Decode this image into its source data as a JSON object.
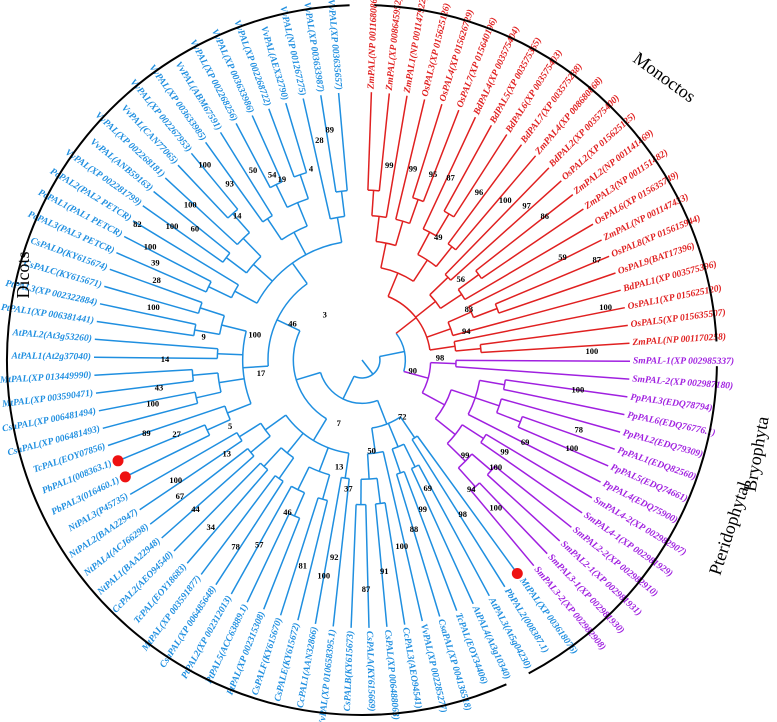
{
  "colors": {
    "Dicots": "#1f8fe0",
    "Monoctos": "#e02020",
    "Pteridophyta": "#a020e0",
    "Bryophyta": "#a020e0",
    "boot": "#000000",
    "arc": "#000000",
    "marker": "#ee1111"
  },
  "groups": {
    "dicots": "Dicots",
    "monoctos": "Monoctos",
    "pteridophytal": "Pteridophytal",
    "bryophyta": "Bryophyta"
  },
  "leaves": [
    {
      "t": "ZmPAL(NP 001168086)",
      "g": "Monoctos"
    },
    {
      "t": "ZmPAL(XP 008645952)",
      "g": "Monoctos"
    },
    {
      "t": "ZmPAL1(NP 001147922)",
      "g": "Monoctos"
    },
    {
      "t": "OsPAL3(XP 015625126)",
      "g": "Monoctos"
    },
    {
      "t": "OsPAL4(XP 015626729)",
      "g": "Monoctos"
    },
    {
      "t": "OsPAL7(XP 015640196)",
      "g": "Monoctos"
    },
    {
      "t": "BdPAL4(XP 003575404)",
      "g": "Monoctos"
    },
    {
      "t": "BdPAL5(XP 003575365)",
      "g": "Monoctos"
    },
    {
      "t": "BdPAL6(XP 003575403)",
      "g": "Monoctos"
    },
    {
      "t": "BdPAL7(XP 003575238)",
      "g": "Monoctos"
    },
    {
      "t": "ZmPAL4(XP 008680868)",
      "g": "Monoctos"
    },
    {
      "t": "BdPAL2(XP 003575400)",
      "g": "Monoctos"
    },
    {
      "t": "OsPAL2(XP 015625125)",
      "g": "Monoctos"
    },
    {
      "t": "ZmPAL2(NP 001141469)",
      "g": "Monoctos"
    },
    {
      "t": "ZmPAL3(NP 001151482)",
      "g": "Monoctos"
    },
    {
      "t": "OsPAL6(XP 015635749)",
      "g": "Monoctos"
    },
    {
      "t": "ZmPAL(NP 001147433)",
      "g": "Monoctos"
    },
    {
      "t": "OsPAL8(XP 015615944)",
      "g": "Monoctos"
    },
    {
      "t": "OsPAL9(BAT17396)",
      "g": "Monoctos"
    },
    {
      "t": "BdPAL1(XP 003575396)",
      "g": "Monoctos"
    },
    {
      "t": "OsPAL1(XP 015625120)",
      "g": "Monoctos"
    },
    {
      "t": "OsPAL5(XP 015635507)",
      "g": "Monoctos"
    },
    {
      "t": "ZmPAL(NP 001170258)",
      "g": "Monoctos"
    },
    {
      "t": "SmPAL-1(XP 002985337)",
      "g": "Pteridophyta"
    },
    {
      "t": "SmPAL-2(XP 002987180)",
      "g": "Pteridophyta"
    },
    {
      "t": "PpPAL3(EDQ78794)",
      "g": "Bryophyta"
    },
    {
      "t": "PpPAL6(EDQ76776.1)",
      "g": "Bryophyta"
    },
    {
      "t": "PpPAL2(EDQ79309)",
      "g": "Bryophyta"
    },
    {
      "t": "PpPAL1(EDQ82560)",
      "g": "Bryophyta"
    },
    {
      "t": "PpPAL5(EDQ74661)",
      "g": "Bryophyta"
    },
    {
      "t": "PpPAL4(EDQ75900)",
      "g": "Bryophyta"
    },
    {
      "t": "SmPAL4-2(XP 002982907)",
      "g": "Pteridophyta"
    },
    {
      "t": "SmPAL4-1(XP 002981929)",
      "g": "Pteridophyta"
    },
    {
      "t": "SmPAL2-2(XP 002982910)",
      "g": "Pteridophyta"
    },
    {
      "t": "SmPAL2-1(XP 002981931)",
      "g": "Pteridophyta"
    },
    {
      "t": "SmPAL3-1(XP 002981930)",
      "g": "Pteridophyta"
    },
    {
      "t": "SmPAL3-2(XP 002982908)",
      "g": "Pteridophyta"
    },
    {
      "t": "MtPAL(XP 003618076)",
      "g": "Dicots",
      "mark": true
    },
    {
      "t": "PbPAL2(008387.1)",
      "g": "Dicots"
    },
    {
      "t": "AtPAL3(At5g04230)",
      "g": "Dicots"
    },
    {
      "t": "AtPAL4(At3g10340)",
      "g": "Dicots"
    },
    {
      "t": "TcPAL(EOY34406)",
      "g": "Dicots"
    },
    {
      "t": "CsaPAL(XP 004136518)",
      "g": "Dicots"
    },
    {
      "t": "VvPAL(XP 002285277)",
      "g": "Dicots"
    },
    {
      "t": "CcPAL3(AEO94541)",
      "g": "Dicots"
    },
    {
      "t": "CsPAL(XP 006488063)",
      "g": "Dicots"
    },
    {
      "t": "CsPALA(KY615669)",
      "g": "Dicots"
    },
    {
      "t": "CsPALB(KY615673)",
      "g": "Dicots"
    },
    {
      "t": "VvPAL(XP 010658395.1)",
      "g": "Dicots"
    },
    {
      "t": "CcPAL1(AAN32866)",
      "g": "Dicots"
    },
    {
      "t": "CsPALE(KY615672)",
      "g": "Dicots"
    },
    {
      "t": "CsPALF(KY615670)",
      "g": "Dicots"
    },
    {
      "t": "PtPAL(XP 002315308)",
      "g": "Dicots"
    },
    {
      "t": "PtPAL5(ACC63889.1)",
      "g": "Dicots"
    },
    {
      "t": "PtPAL2(XP 002312013)",
      "g": "Dicots"
    },
    {
      "t": "CsaPAL(XP 006485648)",
      "g": "Dicots"
    },
    {
      "t": "MtPAL(XP 003591877)",
      "g": "Dicots"
    },
    {
      "t": "TcPAL(EOY18683)",
      "g": "Dicots"
    },
    {
      "t": "CcPAL2(AEO94540)",
      "g": "Dicots"
    },
    {
      "t": "NtPAL1(BAA22948)",
      "g": "Dicots"
    },
    {
      "t": "NtPAL4(ACJ66298)",
      "g": "Dicots"
    },
    {
      "t": "NtPAL2(BAA22947)",
      "g": "Dicots"
    },
    {
      "t": "NtPAL3(P45735)",
      "g": "Dicots"
    },
    {
      "t": "PbPAL3(016460.1)",
      "g": "Dicots",
      "mark": true
    },
    {
      "t": "PbPAL1(008363.1)",
      "g": "Dicots",
      "mark": true
    },
    {
      "t": "TcPAL(EOY07856)",
      "g": "Dicots"
    },
    {
      "t": "CsaPAL(XP 006481493)",
      "g": "Dicots"
    },
    {
      "t": "CsaPAL(XP 006481494)",
      "g": "Dicots"
    },
    {
      "t": "MtPAL(XP 003590471)",
      "g": "Dicots"
    },
    {
      "t": "MtPAL(XP 013449990)",
      "g": "Dicots"
    },
    {
      "t": "AtPAL1(At2g37040)",
      "g": "Dicots"
    },
    {
      "t": "AtPAL2(At3g53260)",
      "g": "Dicots"
    },
    {
      "t": "PtPAL1(XP 006381441)",
      "g": "Dicots"
    },
    {
      "t": "PtPAL3(XP 002322884)",
      "g": "Dicots"
    },
    {
      "t": "CsPALC(KY615671)",
      "g": "Dicots"
    },
    {
      "t": "CsPALD(KY615674)",
      "g": "Dicots"
    },
    {
      "t": "PcPAL3(PAL3 PETCR)",
      "g": "Dicots"
    },
    {
      "t": "PcPAL1(PAL1 PETCR)",
      "g": "Dicots"
    },
    {
      "t": "PcPAL2(PAL2 PETCR)",
      "g": "Dicots"
    },
    {
      "t": "VvPAL(XP 002281799)",
      "g": "Dicots"
    },
    {
      "t": "VvPAL(ANB59163)",
      "g": "Dicots"
    },
    {
      "t": "VvPAL(XP 002268181)",
      "g": "Dicots"
    },
    {
      "t": "VvPAL(CAN77065)",
      "g": "Dicots"
    },
    {
      "t": "VvPAL(XP 002267953)",
      "g": "Dicots"
    },
    {
      "t": "VvPAL(XP 003633985)",
      "g": "Dicots"
    },
    {
      "t": "VvPAL(ABM67591)",
      "g": "Dicots"
    },
    {
      "t": "VvPAL(XP 002268256)",
      "g": "Dicots"
    },
    {
      "t": "VvPAL(XP 003633986)",
      "g": "Dicots"
    },
    {
      "t": "VvPAL(XP 002268722)",
      "g": "Dicots"
    },
    {
      "t": "VvPAL(AEX32790)",
      "g": "Dicots"
    },
    {
      "t": "VvPAL(NP 001267275)",
      "g": "Dicots"
    },
    {
      "t": "VvPAL(XP 003633987)",
      "g": "Dicots"
    },
    {
      "t": "VvPAL(XP 003635657)",
      "g": "Dicots"
    }
  ],
  "bootstraps": [
    {
      "v": "99",
      "a": 8,
      "r": 196
    },
    {
      "v": "99",
      "a": 15,
      "r": 197
    },
    {
      "v": "95",
      "a": 21,
      "r": 198
    },
    {
      "v": "87",
      "a": 26,
      "r": 202
    },
    {
      "v": "96",
      "a": 35,
      "r": 204
    },
    {
      "v": "100",
      "a": 42,
      "r": 214
    },
    {
      "v": "97",
      "a": 47,
      "r": 225
    },
    {
      "v": "86",
      "a": 52,
      "r": 232
    },
    {
      "v": "59",
      "a": 63,
      "r": 225
    },
    {
      "v": "87",
      "a": 67,
      "r": 255
    },
    {
      "v": "100",
      "a": 78,
      "r": 249
    },
    {
      "v": "100",
      "a": 88,
      "r": 230
    },
    {
      "v": "49",
      "a": 32,
      "r": 144
    },
    {
      "v": "56",
      "a": 51,
      "r": 127
    },
    {
      "v": "83",
      "a": 65,
      "r": 118
    },
    {
      "v": "94",
      "a": 75,
      "r": 108
    },
    {
      "v": "100",
      "a": 98,
      "r": 218
    },
    {
      "v": "98",
      "a": 89,
      "r": 78
    },
    {
      "v": "78",
      "a": 108,
      "r": 228
    },
    {
      "v": "100",
      "a": 113,
      "r": 228
    },
    {
      "v": "90",
      "a": 103,
      "r": 52
    },
    {
      "v": "69",
      "a": 117,
      "r": 183
    },
    {
      "v": "99",
      "a": 123,
      "r": 170
    },
    {
      "v": "100",
      "a": 129,
      "r": 172
    },
    {
      "v": "99",
      "a": 133,
      "r": 141
    },
    {
      "v": "94",
      "a": 140,
      "r": 170
    },
    {
      "v": "100",
      "a": 138,
      "r": 200
    },
    {
      "v": "98",
      "a": 147,
      "r": 185
    },
    {
      "v": "69",
      "a": 153,
      "r": 145
    },
    {
      "v": "99",
      "a": 158,
      "r": 162
    },
    {
      "v": "88",
      "a": 163,
      "r": 178
    },
    {
      "v": "100",
      "a": 168,
      "r": 191
    },
    {
      "v": "91",
      "a": 174,
      "r": 213
    },
    {
      "v": "87",
      "a": 179,
      "r": 230
    },
    {
      "v": "72",
      "a": 145,
      "r": 70
    },
    {
      "v": "92",
      "a": 188,
      "r": 200
    },
    {
      "v": "50",
      "a": 174,
      "r": 92
    },
    {
      "v": "100",
      "a": 190,
      "r": 220
    },
    {
      "v": "81",
      "a": 196,
      "r": 215
    },
    {
      "v": "37",
      "a": 186,
      "r": 130
    },
    {
      "v": "46",
      "a": 206,
      "r": 170
    },
    {
      "v": "13",
      "a": 192,
      "r": 110
    },
    {
      "v": "57",
      "a": 209,
      "r": 212
    },
    {
      "v": "7",
      "a": 200,
      "r": 68
    },
    {
      "v": "78",
      "a": 214,
      "r": 226
    },
    {
      "v": "34",
      "a": 222,
      "r": 226
    },
    {
      "v": "44",
      "a": 228,
      "r": 224
    },
    {
      "v": "67",
      "a": 233,
      "r": 228
    },
    {
      "v": "100",
      "a": 237,
      "r": 222
    },
    {
      "v": "13",
      "a": 235,
      "r": 165
    },
    {
      "v": "27",
      "a": 248,
      "r": 200
    },
    {
      "v": "89",
      "a": 251,
      "r": 228
    },
    {
      "v": "5",
      "a": 243,
      "r": 148
    },
    {
      "v": "100",
      "a": 258,
      "r": 214
    },
    {
      "v": "43",
      "a": 262,
      "r": 205
    },
    {
      "v": "14",
      "a": 270,
      "r": 197
    },
    {
      "v": "17",
      "a": 262,
      "r": 102
    },
    {
      "v": "9",
      "a": 278,
      "r": 160
    },
    {
      "v": "100",
      "a": 284,
      "r": 215
    },
    {
      "v": "28",
      "a": 291,
      "r": 220
    },
    {
      "v": "39",
      "a": 295,
      "r": 228
    },
    {
      "v": "100",
      "a": 298,
      "r": 240
    },
    {
      "v": "82",
      "a": 301,
      "r": 262
    },
    {
      "v": "60",
      "a": 308,
      "r": 212
    },
    {
      "v": "100",
      "a": 305,
      "r": 232
    },
    {
      "v": "100",
      "a": 312,
      "r": 231
    },
    {
      "v": "100",
      "a": 283,
      "r": 110
    },
    {
      "v": "46",
      "a": 297,
      "r": 78
    },
    {
      "v": "14",
      "a": 319,
      "r": 190
    },
    {
      "v": "93",
      "a": 323,
      "r": 220
    },
    {
      "v": "50",
      "a": 330,
      "r": 218
    },
    {
      "v": "100",
      "a": 321,
      "r": 250
    },
    {
      "v": "54",
      "a": 334,
      "r": 205
    },
    {
      "v": "19",
      "a": 336,
      "r": 197
    },
    {
      "v": "4",
      "a": 345,
      "r": 197
    },
    {
      "v": "28",
      "a": 349,
      "r": 223
    },
    {
      "v": "89",
      "a": 352,
      "r": 232
    },
    {
      "v": "3",
      "a": 320,
      "r": 58
    }
  ]
}
